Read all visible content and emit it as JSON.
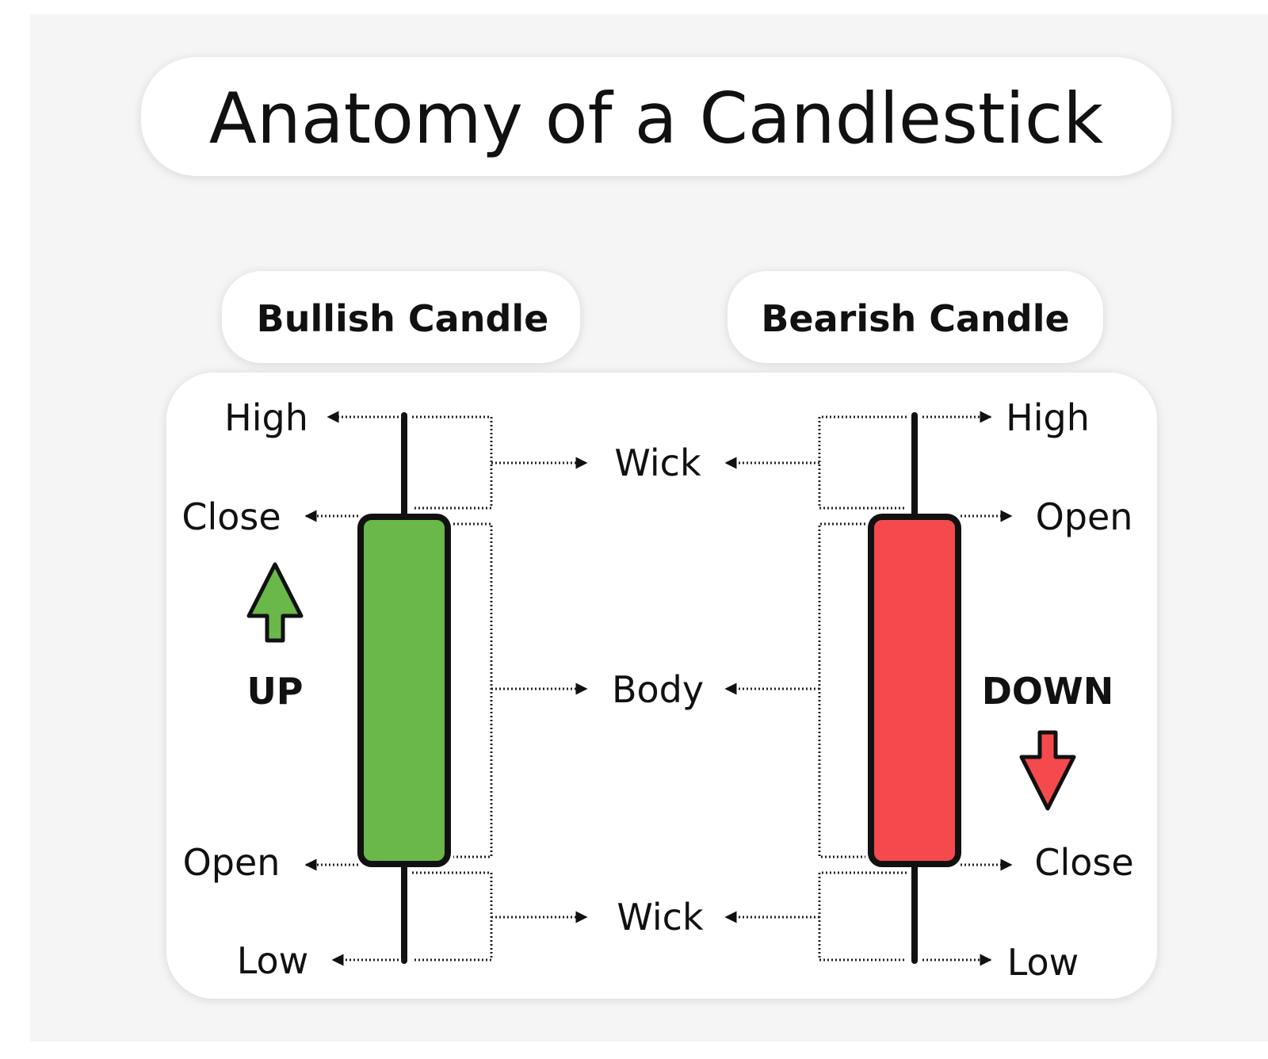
{
  "title": "Anatomy of a Candlestick",
  "bullish": {
    "header": "Bullish Candle",
    "labels": {
      "high": "High",
      "close": "Close",
      "open": "Open",
      "low": "Low"
    },
    "direction": "UP",
    "body_color": "#6ab74a",
    "arrow_color": "#6ab74a"
  },
  "bearish": {
    "header": "Bearish Candle",
    "labels": {
      "high": "High",
      "open": "Open",
      "close": "Close",
      "low": "Low"
    },
    "direction": "DOWN",
    "body_color": "#f44a4d",
    "arrow_color": "#f44a4d"
  },
  "center_labels": {
    "upper_wick": "Wick",
    "body": "Body",
    "lower_wick": "Wick"
  },
  "colors": {
    "background": "#f5f5f5",
    "card": "#ffffff",
    "outline": "#111111"
  }
}
